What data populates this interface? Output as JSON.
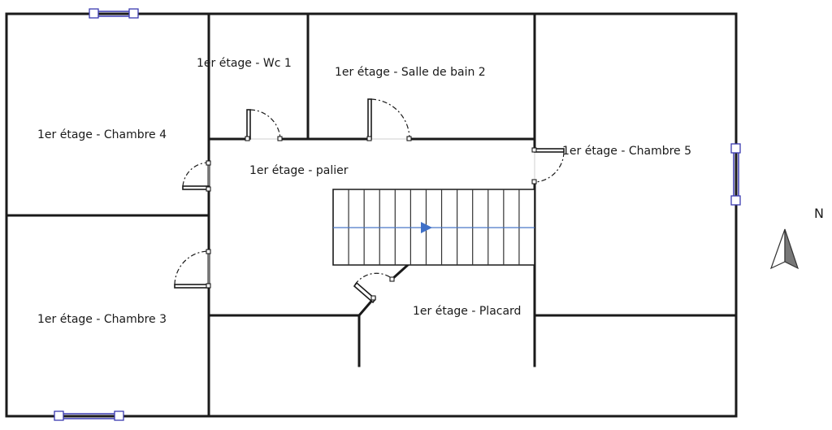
{
  "rooms": {
    "wc1": "1er étage - Wc 1",
    "salle_de_bain_2": "1er étage - Salle de bain 2",
    "chambre_4": "1er étage - Chambre 4",
    "chambre_5": "1er étage - Chambre 5",
    "palier": "1er étage - palier",
    "chambre_3": "1er étage - Chambre 3",
    "placard": "1er étage - Placard"
  },
  "compass": {
    "label": "N",
    "icon": "north-arrow-icon"
  },
  "staircase": {
    "direction_icon": "stair-direction-arrow-icon"
  },
  "colors": {
    "walls": "#1a1a1a",
    "windows": "#3a3ab0",
    "stair_arrow": "#3f70c8"
  }
}
